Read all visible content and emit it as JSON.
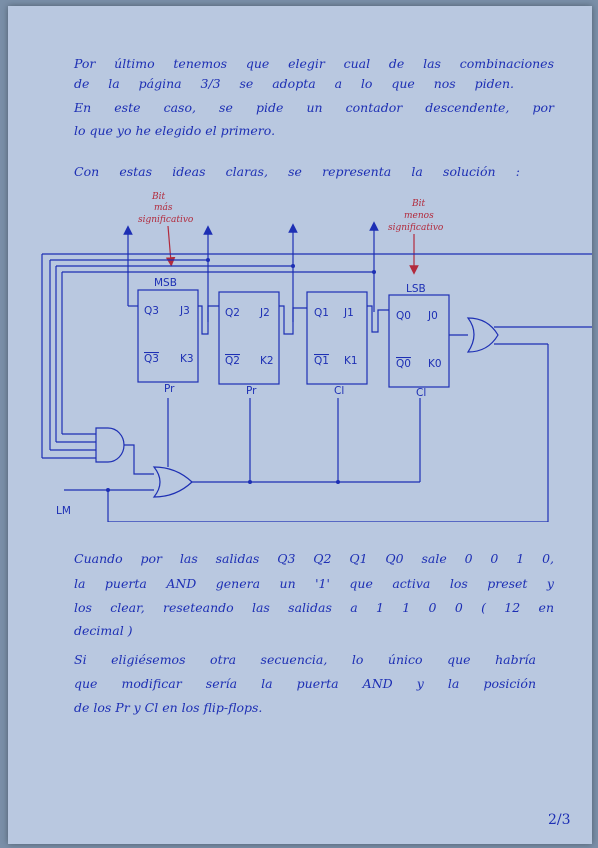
{
  "intro": {
    "lines": [
      "Por último tenemos que elegir cual de las combinaciones",
      "de la página 3/3 se adopta a lo que nos piden.",
      "En este caso, se pide un contador descendente, por",
      "lo que yo he elegido el primero."
    ],
    "lead_in": "Con estas ideas claras, se representa la solución :"
  },
  "circuit": {
    "annotation_msb": [
      "Bit",
      "más",
      "significativo"
    ],
    "annotation_lsb": [
      "Bit",
      "menos",
      "significativo"
    ],
    "label_msb": "MSB",
    "label_lsb": "LSB",
    "flip_flops": [
      {
        "q": "Q3",
        "j": "J3",
        "qbar": "Q3",
        "k": "K3",
        "bottom": "Pr"
      },
      {
        "q": "Q2",
        "j": "J2",
        "qbar": "Q2",
        "k": "K2",
        "bottom": "Pr"
      },
      {
        "q": "Q1",
        "j": "J1",
        "qbar": "Q1",
        "k": "K1",
        "bottom": "Cl"
      },
      {
        "q": "Q0",
        "j": "J0",
        "qbar": "Q0",
        "k": "K0",
        "bottom": "Cl"
      }
    ],
    "input_label": "LM"
  },
  "explanation": {
    "lines": [
      "Cuando por las salidas Q3 Q2 Q1 Q0 sale 0 0 1 0,",
      "la puerta AND genera un '1' que activa los preset y",
      "los clear, reseteando las salidas a 1 1 0 0 ( 12 en",
      "decimal )",
      "Si eligiésemos otra secuencia, lo único que habría",
      "que modificar sería la puerta AND y la posición",
      "de los Pr y Cl en los flip-flops."
    ]
  },
  "page_number": "2/3"
}
